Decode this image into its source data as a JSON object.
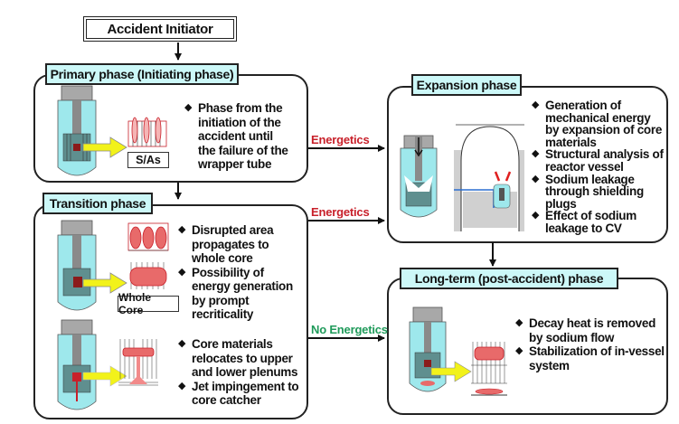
{
  "diagram": {
    "initiator": {
      "label": "Accident Initiator"
    },
    "phases": {
      "primary": {
        "title": "Primary phase (Initiating phase)",
        "caption": "S/As",
        "bullets": [
          "Phase from the initiation of the accident until the failure of the wrapper tube"
        ]
      },
      "transition": {
        "title": "Transition phase",
        "caption": "Whole Core",
        "bullets_upper": [
          "Disrupted area propagates to whole core",
          "Possibility of energy generation by prompt recriticality"
        ],
        "bullets_lower": [
          "Core materials relocates to upper and lower plenums",
          "Jet impingement to core catcher"
        ]
      },
      "expansion": {
        "title": "Expansion phase",
        "bullets": [
          "Generation of mechanical energy by expansion of core materials",
          "Structural analysis of reactor vessel",
          "Sodium leakage through shielding plugs",
          "Effect of sodium leakage to CV"
        ]
      },
      "longterm": {
        "title": "Long-term (post-accident) phase",
        "bullets": [
          "Decay heat is removed by sodium flow",
          "Stabilization of in-vessel system"
        ]
      }
    },
    "edges": [
      {
        "from": "Accident Initiator",
        "to": "Primary phase",
        "label": ""
      },
      {
        "from": "Primary phase",
        "to": "Transition phase",
        "label": ""
      },
      {
        "from": "Primary phase",
        "to": "Expansion phase",
        "label": "Energetics",
        "color": "#c8202a"
      },
      {
        "from": "Transition phase",
        "to": "Expansion phase",
        "label": "Energetics",
        "color": "#c8202a"
      },
      {
        "from": "Transition phase",
        "to": "Long-term (post-accident) phase",
        "label": "No Energetics",
        "color": "#1f9a5a"
      },
      {
        "from": "Expansion phase",
        "to": "Long-term (post-accident) phase",
        "label": ""
      }
    ],
    "bullet_glyph": "◆",
    "colors": {
      "label_fill": "#ccf8f8",
      "sodium": "#9ee8ec",
      "core": "#8b1a1a",
      "arrow_fill": "#f2f21a",
      "energetics": "#c8202a",
      "no_energetics": "#1f9a5a"
    }
  }
}
